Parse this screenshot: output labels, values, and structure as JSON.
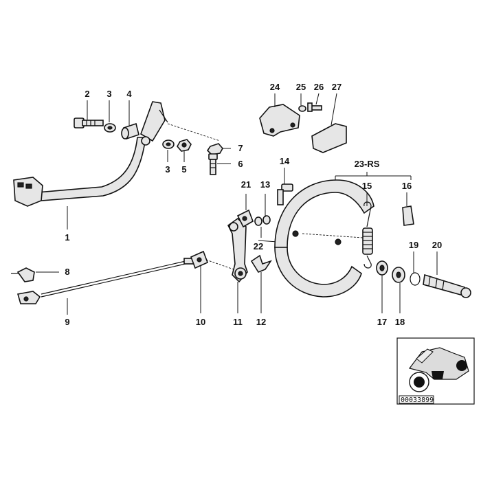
{
  "diagram": {
    "reference_number": "00033899",
    "part_labels": [
      "1",
      "2",
      "3",
      "4",
      "3",
      "5",
      "7",
      "6",
      "8",
      "9",
      "10",
      "11",
      "12",
      "13",
      "14",
      "21",
      "22",
      "23-RS",
      "15",
      "16",
      "17",
      "18",
      "19",
      "20",
      "24",
      "25",
      "26",
      "27"
    ]
  },
  "colors": {
    "ink": "#111111",
    "part_fill": "#e6e6e6",
    "background": "#ffffff"
  }
}
